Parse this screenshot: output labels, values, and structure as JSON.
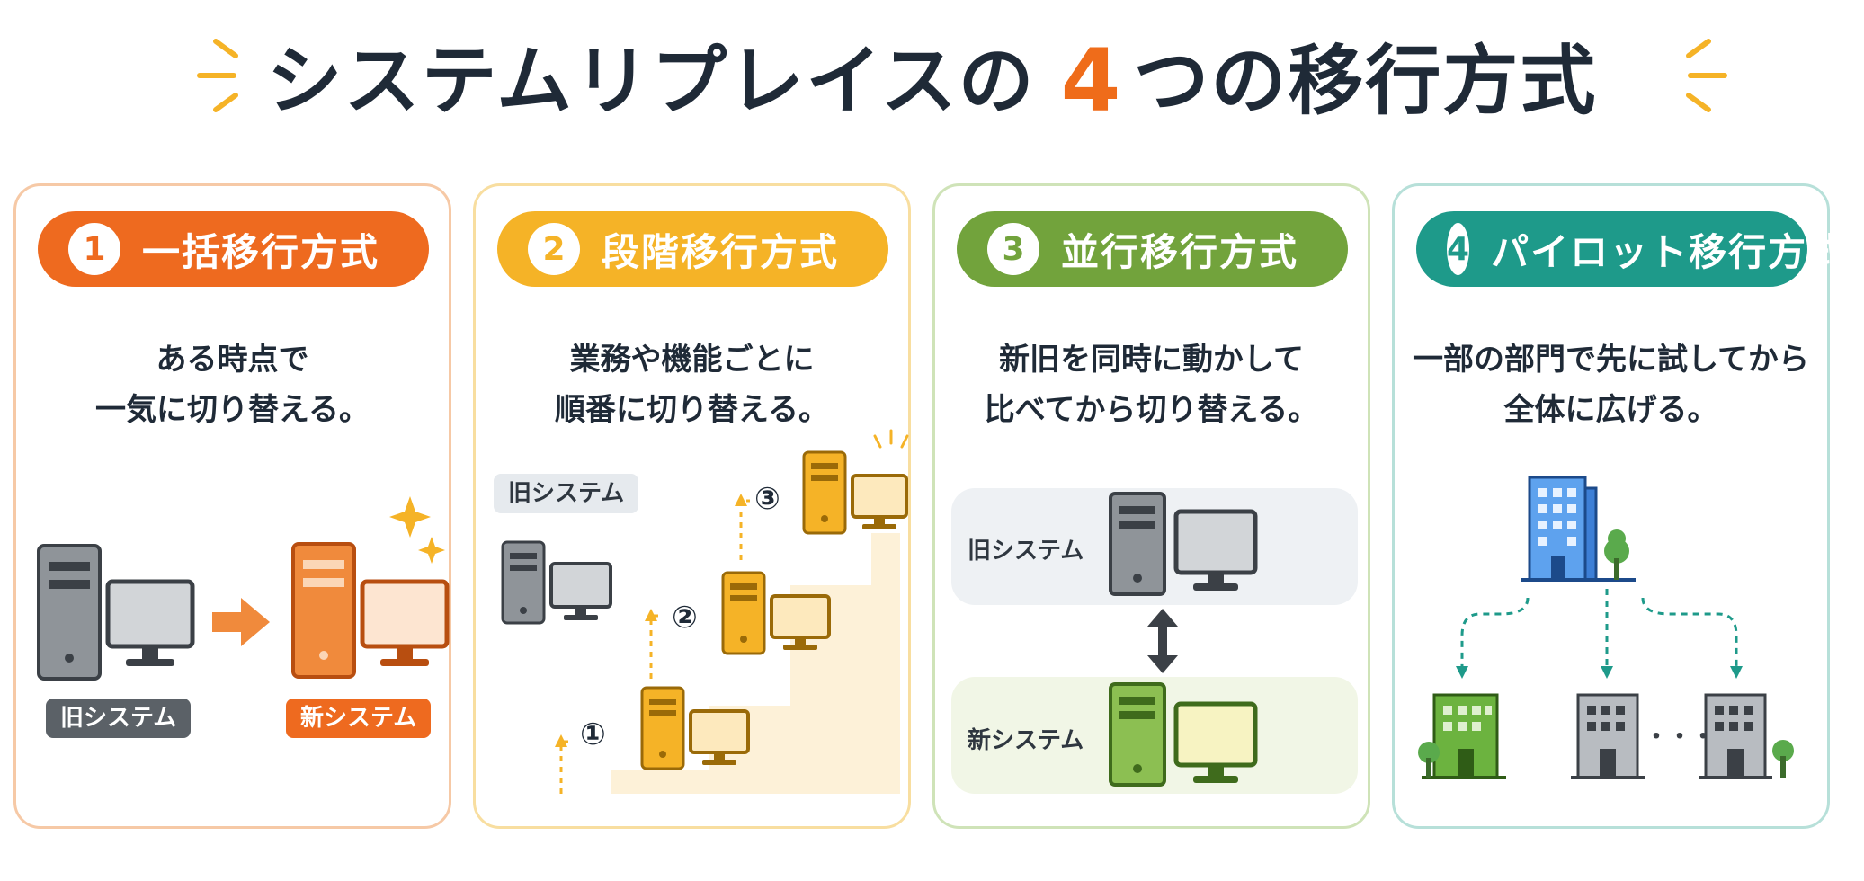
{
  "title": {
    "text": "システムリプレイスの",
    "number": "4",
    "suffix": "つの移行方式"
  },
  "cards": [
    {
      "num": "1",
      "label": "一括移行方式",
      "desc": [
        "ある時点で",
        "一気に切り替える。"
      ],
      "old_tag": "旧システム",
      "new_tag": "新システム",
      "color": "#ee6a1f",
      "border": "#f6c9a6"
    },
    {
      "num": "2",
      "label": "段階移行方式",
      "desc": [
        "業務や機能ごとに",
        "順番に切り替える。"
      ],
      "old_tag": "旧システム",
      "steps": [
        "①",
        "②",
        "③"
      ],
      "color": "#f5b327",
      "border": "#f8dea0"
    },
    {
      "num": "3",
      "label": "並行移行方式",
      "desc": [
        "新旧を同時に動かして",
        "比べてから切り替える。"
      ],
      "old_tag": "旧システム",
      "new_tag": "新システム",
      "color": "#72a33c",
      "border": "#cfe3b8"
    },
    {
      "num": "4",
      "label": "パイロット移行方式",
      "desc": [
        "一部の部門で先に試してから",
        "全体に広げる。"
      ],
      "ellipsis": "・・・",
      "color": "#1e9a8a",
      "border": "#b7e0d9"
    }
  ]
}
